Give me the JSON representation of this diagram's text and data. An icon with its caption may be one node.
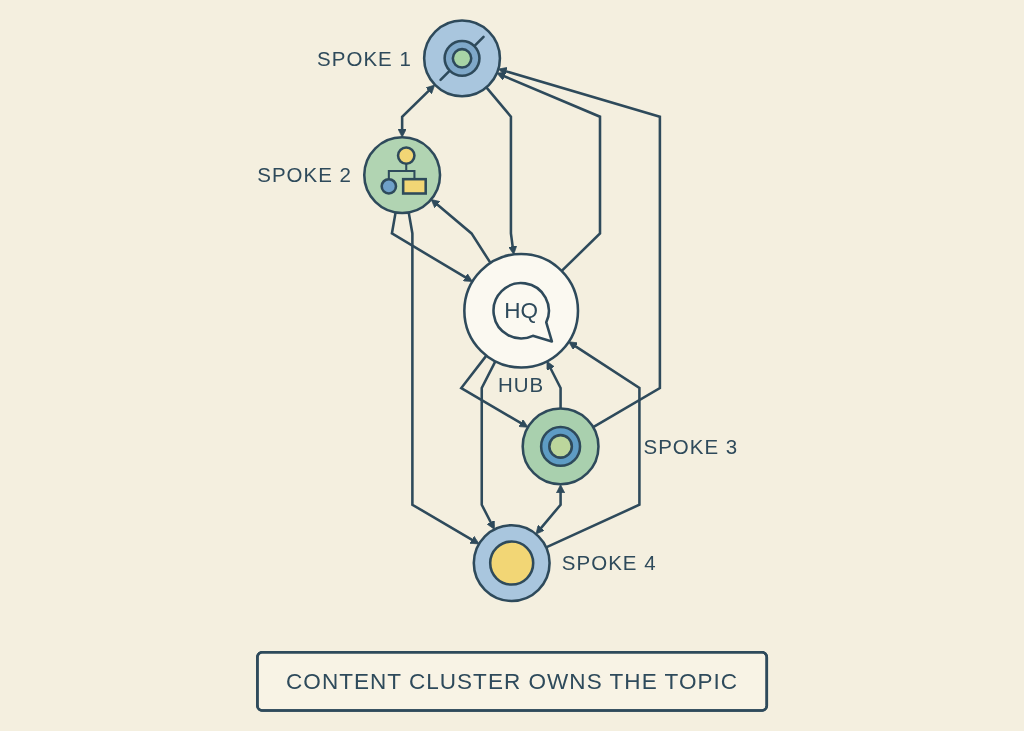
{
  "diagram": {
    "nodes": [
      {
        "text": [],
        "shape": "circle",
        "beside": [
          "SPOKE 1"
        ]
      },
      {
        "text": [],
        "shape": "circle",
        "beside": [
          "SPOKE 2"
        ]
      },
      {
        "text": [
          "HQ"
        ],
        "beside": [
          "HUB"
        ]
      },
      {
        "text": [],
        "shape": "circle",
        "beside": [
          "SPOKE 3"
        ]
      },
      {
        "text": [],
        "shape": "circle",
        "beside": [
          "SPOKE 4"
        ]
      },
      {
        "text": [
          "CONTENT CLUSTER OWNS THE TOPIC"
        ]
      }
    ],
    "edges": [
      {
        "from": 0,
        "to": 1,
        "arrow": "both"
      },
      {
        "from": 0,
        "to": 2,
        "arrow": "to"
      },
      {
        "from": 2,
        "to": 0,
        "arrow": "to"
      },
      {
        "from": 1,
        "to": 2,
        "arrow": "to"
      },
      {
        "from": 2,
        "to": 1,
        "arrow": "to"
      },
      {
        "from": 1,
        "to": 4,
        "arrow": "to"
      },
      {
        "from": 3,
        "to": 0,
        "arrow": "to"
      },
      {
        "from": 2,
        "to": 3,
        "arrow": "to"
      },
      {
        "from": 3,
        "to": 2,
        "arrow": "to"
      },
      {
        "from": 2,
        "to": 4,
        "arrow": "to"
      },
      {
        "from": 4,
        "to": 2,
        "arrow": "to"
      },
      {
        "from": 3,
        "to": 4,
        "arrow": "both"
      }
    ]
  }
}
